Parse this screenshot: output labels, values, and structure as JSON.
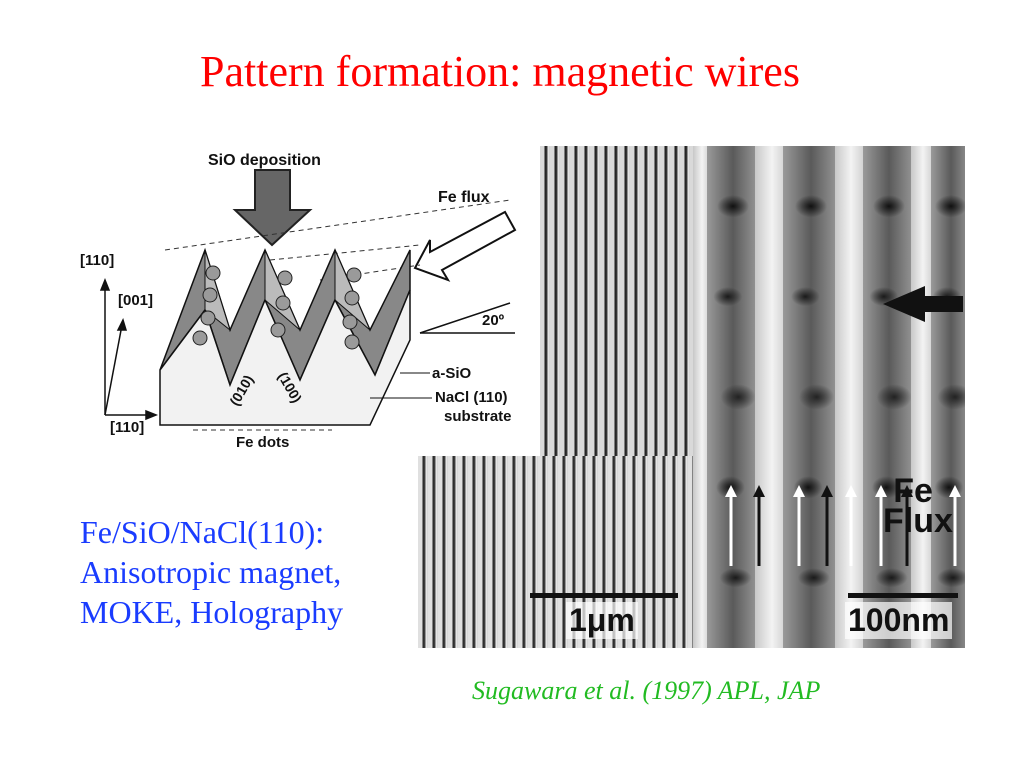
{
  "slide": {
    "title": "Pattern formation: magnetic wires",
    "body_lines": [
      "Fe/SiO/NaCl(110):",
      "Anisotropic magnet,",
      "MOKE, Holography"
    ],
    "citation": "Sugawara et al. (1997) APL, JAP"
  },
  "diagram": {
    "deposition_label": "SiO deposition",
    "flux_label": "Fe flux",
    "axis_110_top": "[110]",
    "axis_001": "[001]",
    "axis_110_bottom": "[110]",
    "angle_label": "20º",
    "face_010": "(010)",
    "face_100": "(100)",
    "sio_label": "a-SiO",
    "substrate_label_1": "NaCl (110)",
    "substrate_label_2": "substrate",
    "dots_label": "Fe dots"
  },
  "micrographs": {
    "left_scale": "1μm",
    "right_scale": "100nm",
    "flux_word_1": "Fe",
    "flux_word_2": "Flux"
  },
  "colors": {
    "title": "#ff0000",
    "body": "#1a3cff",
    "citation": "#22bb22"
  }
}
